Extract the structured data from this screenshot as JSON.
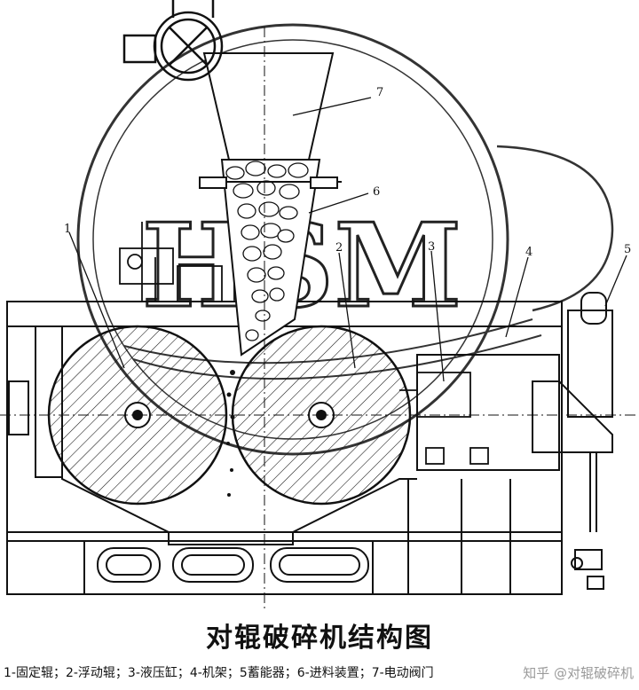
{
  "logo_text": "HSM",
  "callouts": [
    "1",
    "2",
    "3",
    "4",
    "5",
    "6",
    "7"
  ],
  "title": "对辊破碎机结构图",
  "legend": "1-固定辊；2-浮动辊；3-液压缸；4-机架；5蓄能器；6-进料装置；7-电动阀门",
  "watermark": "知乎 @对辊破碎机"
}
